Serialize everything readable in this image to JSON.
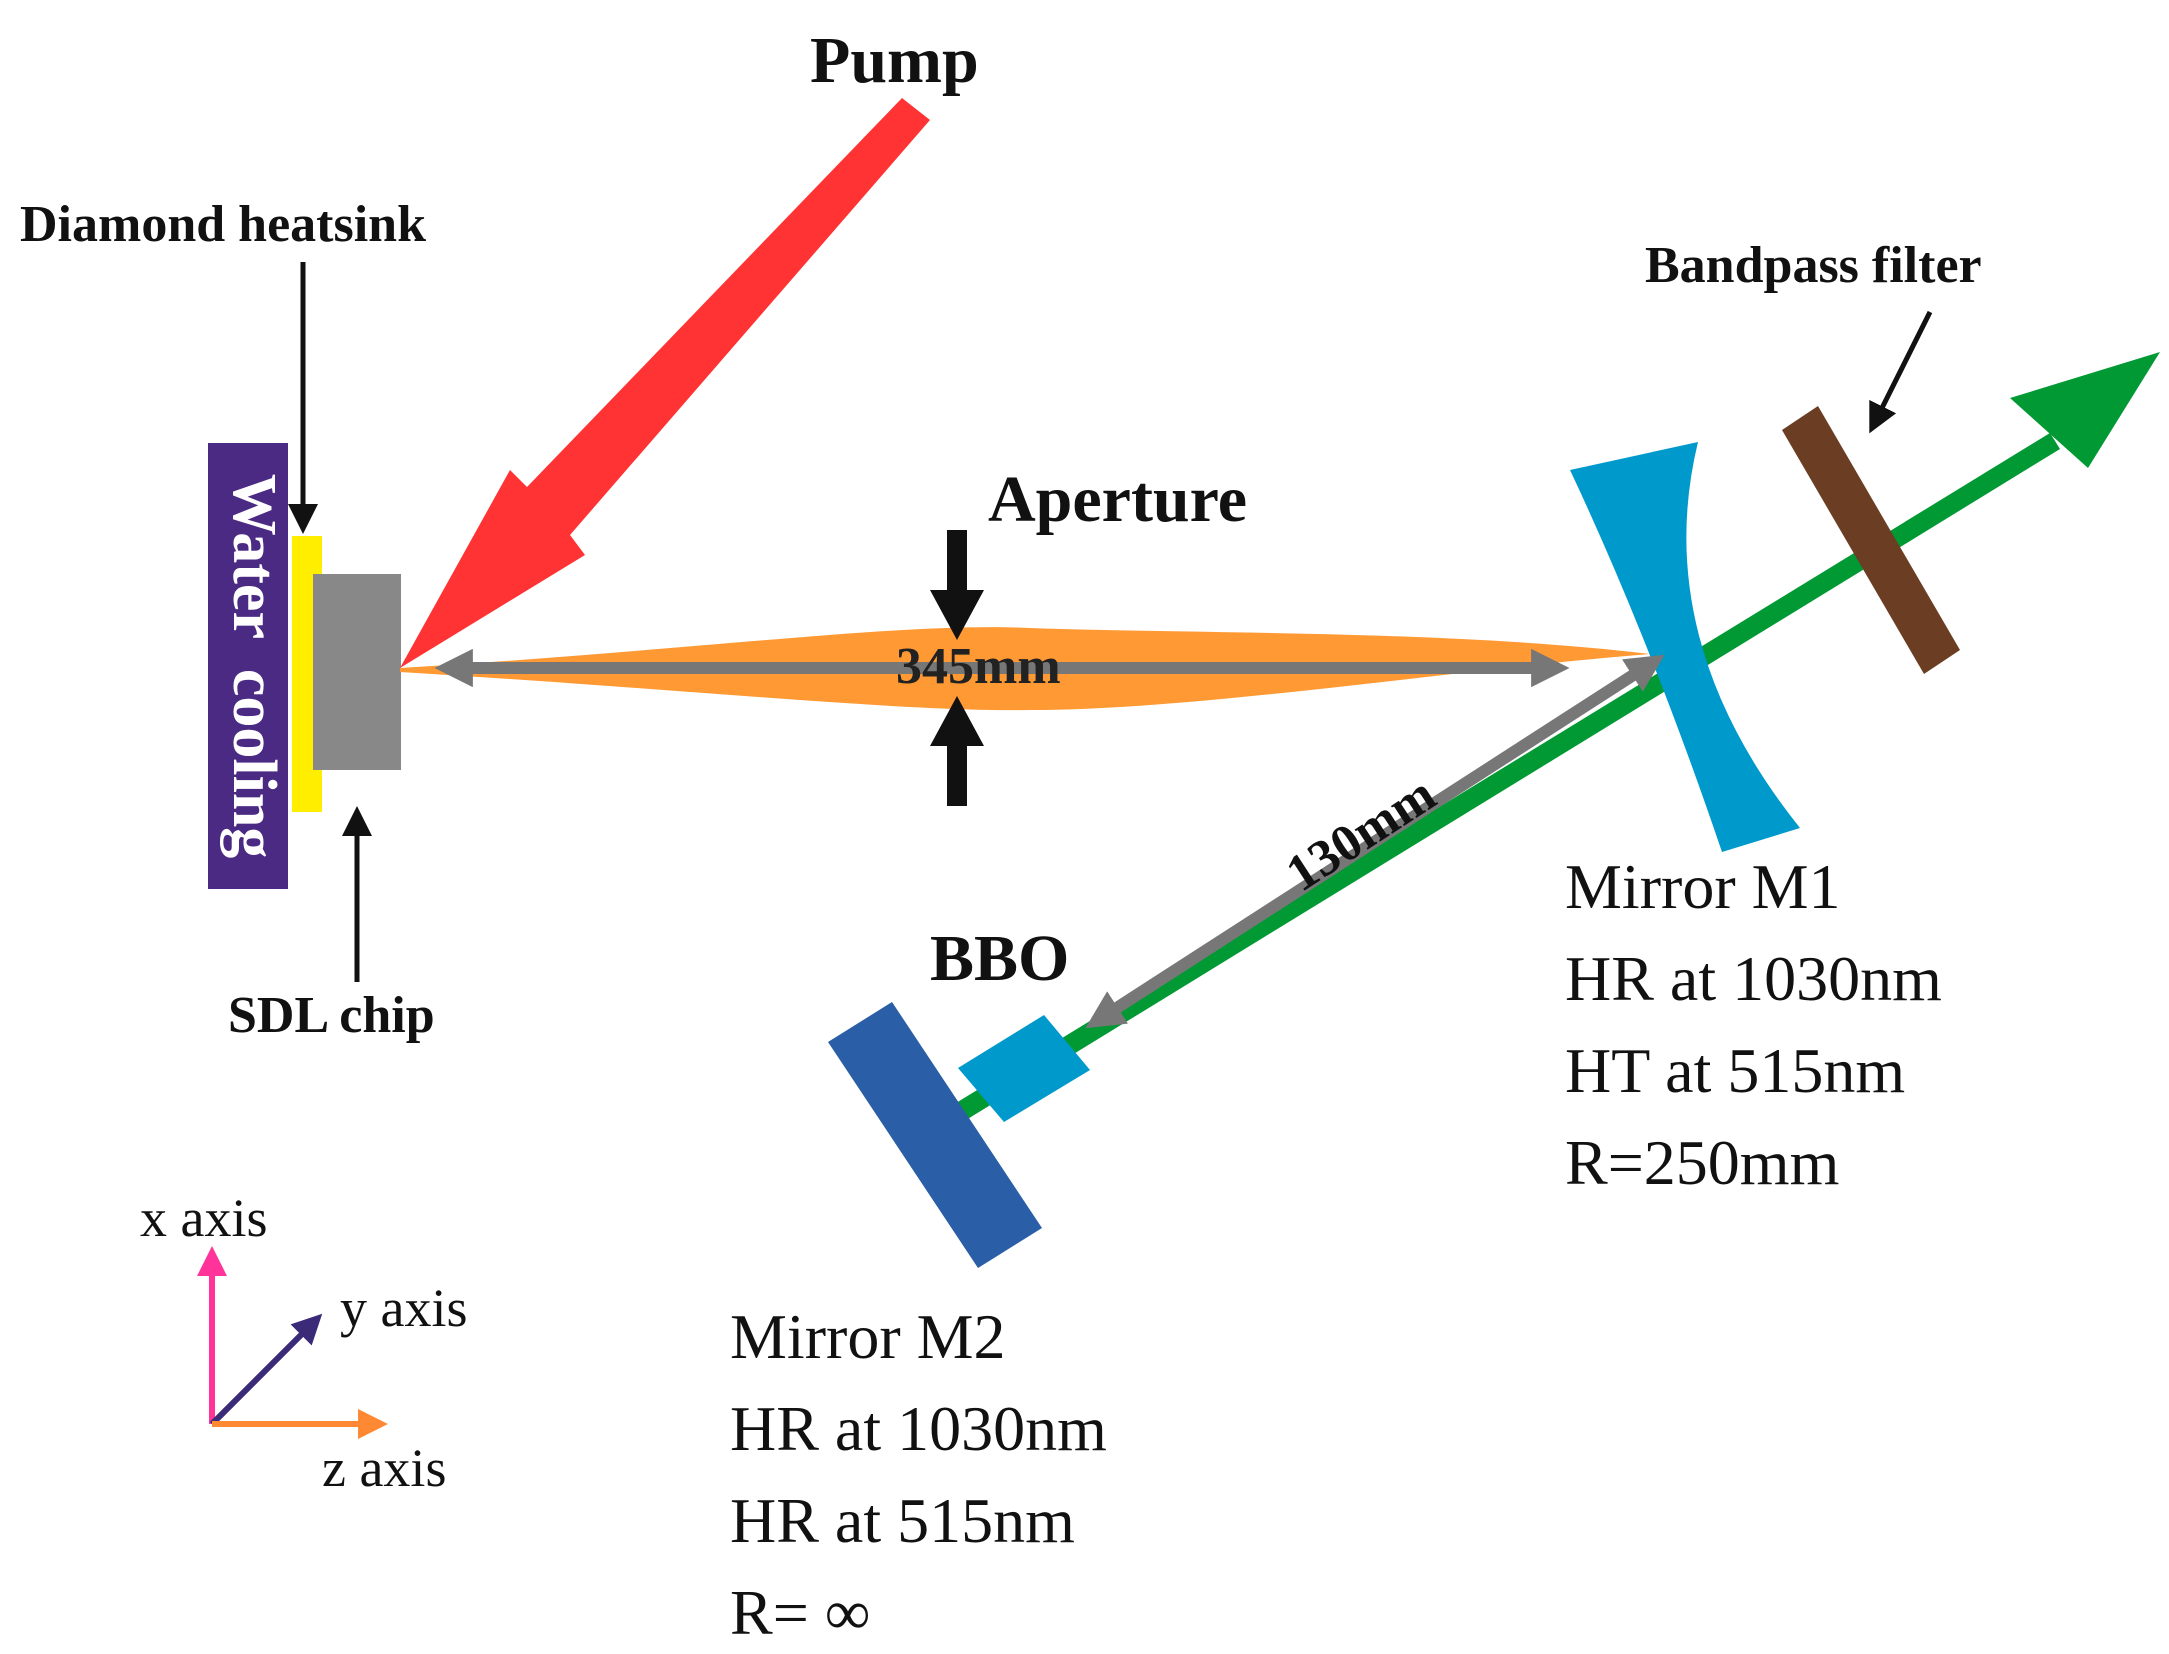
{
  "labels": {
    "pump": "Pump",
    "diamond_heatsink": "Diamond heatsink",
    "water_cooling": "Water  cooling",
    "sdl_chip": "SDL chip",
    "aperture": "Aperture",
    "distance_long": "345mm",
    "distance_short": "130mm",
    "bandpass_filter": "Bandpass filter",
    "bbo": "BBO"
  },
  "mirror_m1": {
    "lines": [
      "Mirror M1",
      "HR at 1030nm",
      "HT at 515nm",
      "R=250mm"
    ]
  },
  "mirror_m2": {
    "lines": [
      "Mirror M2",
      "HR at 1030nm",
      "HR at 515nm",
      "R= ∞"
    ]
  },
  "axes": {
    "x": "x axis",
    "y": "y axis",
    "z": "z axis"
  },
  "colors": {
    "pump_beam": "#ff3333",
    "fundamental_beam": "#ff9933",
    "green_beam": "#009933",
    "dimension_arrow": "#777777",
    "water_cooling": "#4b2a83",
    "heatsink": "#ffee00",
    "sdl_chip": "#888888",
    "mirror_m1": "#0099cc",
    "bandpass_filter": "#6b3e24",
    "bbo": "#0099cc",
    "mirror_m2": "#2a5ea6",
    "x_axis": "#ff3399",
    "y_axis": "#3a2a78",
    "z_axis": "#ff8833"
  }
}
